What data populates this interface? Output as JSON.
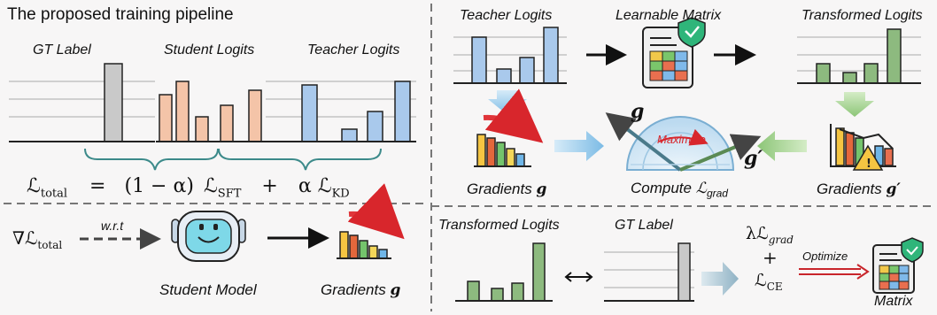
{
  "title": "The proposed training pipeline",
  "left": {
    "gt_label": "GT Label",
    "student_logits": "Student Logits",
    "teacher_logits": "Teacher Logits",
    "equation": {
      "l_total": "ℒ",
      "total_sub": "total",
      "equals": "=",
      "coef_sft": "(1 − α)",
      "l_sft": "ℒ",
      "sft_sub": "SFT",
      "plus": "+",
      "alpha": "α",
      "l_kd": "ℒ",
      "kd_sub": "KD"
    },
    "grad_sym": "∇ℒ",
    "grad_sub": "total",
    "wrt": "w.r.t",
    "student_model": "Student Model",
    "gradients": "Gradients",
    "g": "g"
  },
  "top_right": {
    "teacher_logits": "Teacher Logits",
    "learnable_matrix": "Learnable Matrix",
    "transformed_logits": "Transformed Logits",
    "gradients_g": "Gradients",
    "g": "g",
    "maximize": "Maximize",
    "g_left": "g",
    "g_right": "g′",
    "compute": "Compute ℒ",
    "grad_sub": "grad",
    "gradients_gp": "Gradients",
    "gp": "g′"
  },
  "bottom_right": {
    "transformed_logits": "Transformed Logits",
    "gt_label": "GT Label",
    "lambda_l": "λℒ",
    "grad_sub": "grad",
    "plus": "+",
    "l_ce": "ℒ",
    "ce_sub": "CE",
    "optimize": "Optimize",
    "matrix": "Matrix"
  },
  "colors": {
    "student_bar": "#f4c4a8",
    "teacher_bar": "#a9c9ec",
    "transformed_bar": "#8dba7f",
    "gt_bar": "#c9c9c9",
    "brace": "#3c8a8a",
    "arrow_blue": "#8fc4e8",
    "arrow_green": "#9ccc88",
    "red": "#e0353a"
  }
}
